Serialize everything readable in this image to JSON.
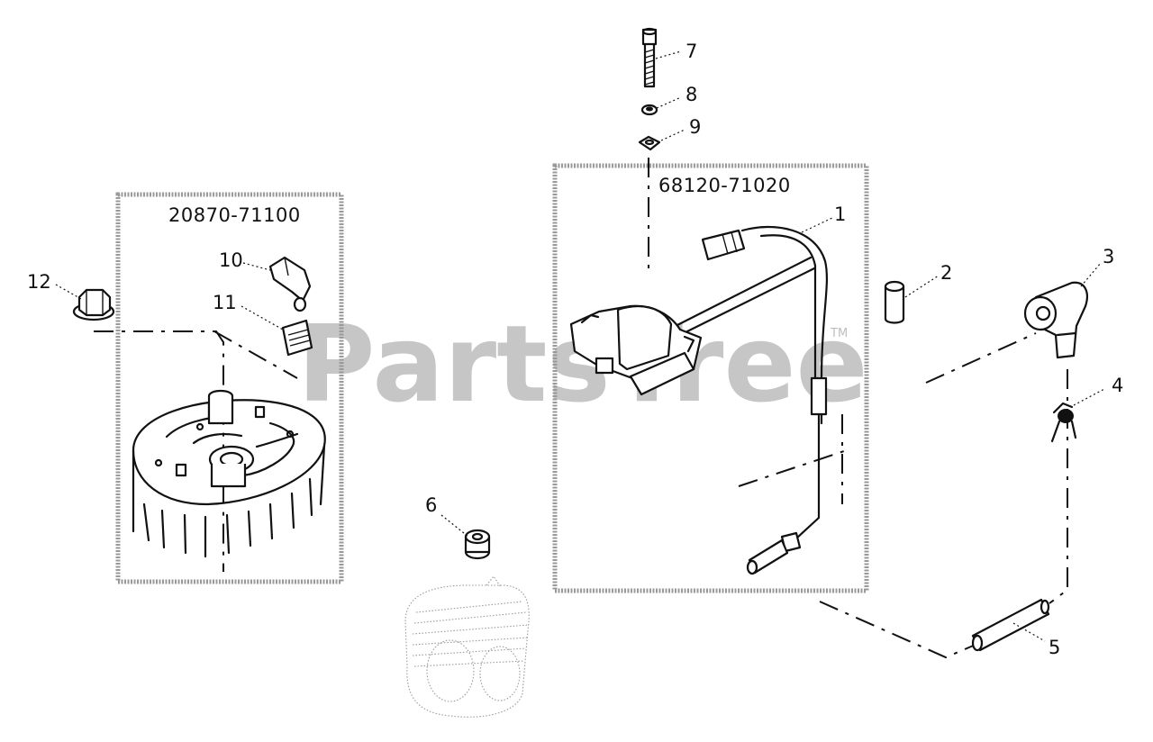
{
  "watermark": {
    "text": "PartsTree",
    "trademark": "TM"
  },
  "assemblies": [
    {
      "part_number": "20870-71100"
    },
    {
      "part_number": "68120-71020"
    }
  ],
  "callouts": [
    "1",
    "2",
    "3",
    "4",
    "5",
    "6",
    "7",
    "8",
    "9",
    "10",
    "11",
    "12"
  ]
}
